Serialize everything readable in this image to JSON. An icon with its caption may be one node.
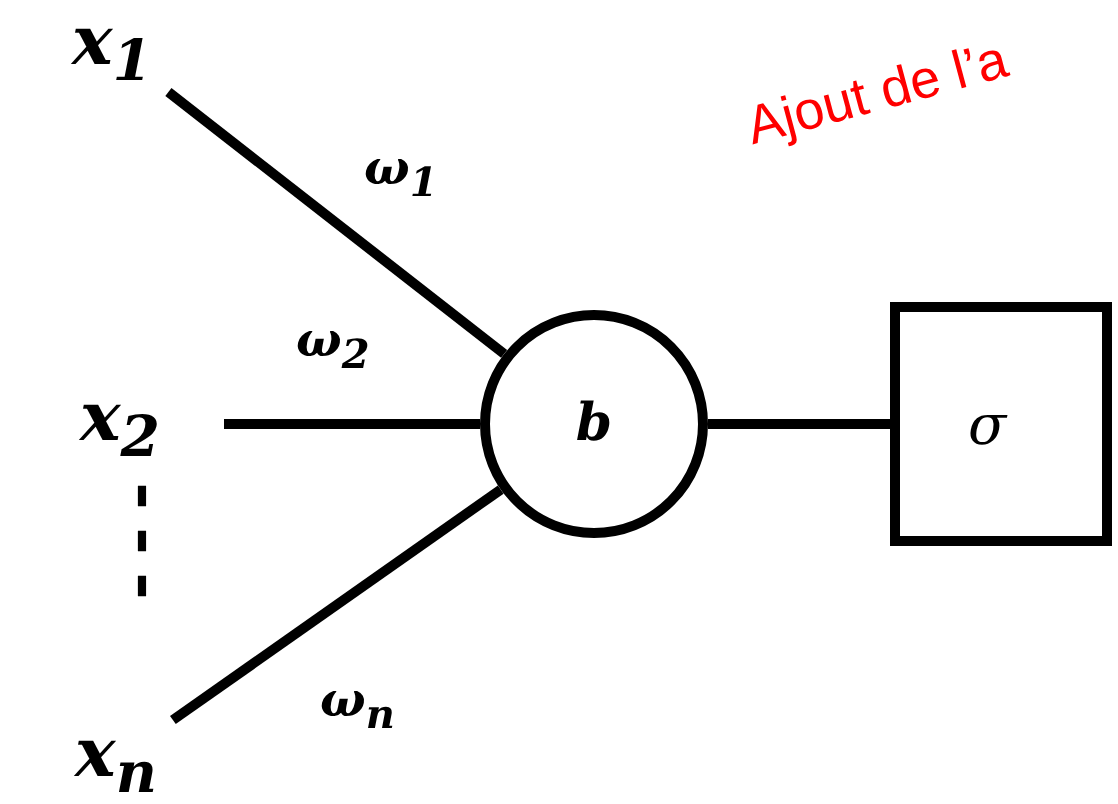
{
  "diagram": {
    "nodes": [
      {
        "text": [
          "x$_{1}$"
        ]
      },
      {
        "text": [
          "x$_{2}$"
        ]
      },
      {
        "text": [
          "x$_{n}$"
        ]
      },
      {
        "text": [
          "b"
        ]
      },
      {
        "text": [
          "σ"
        ]
      }
    ],
    "edges": [
      {
        "from": 0,
        "to": 3,
        "arrow": "none",
        "label": "ω$_{1}$"
      },
      {
        "from": 1,
        "to": 3,
        "arrow": "none",
        "label": "ω$_{2}$"
      },
      {
        "from": 2,
        "to": 3,
        "arrow": "none",
        "label": "ω$_{n}$"
      },
      {
        "from": 3,
        "to": 4,
        "arrow": "none"
      }
    ],
    "labels": [
      "⋮",
      "Ajout de l’a"
    ]
  }
}
